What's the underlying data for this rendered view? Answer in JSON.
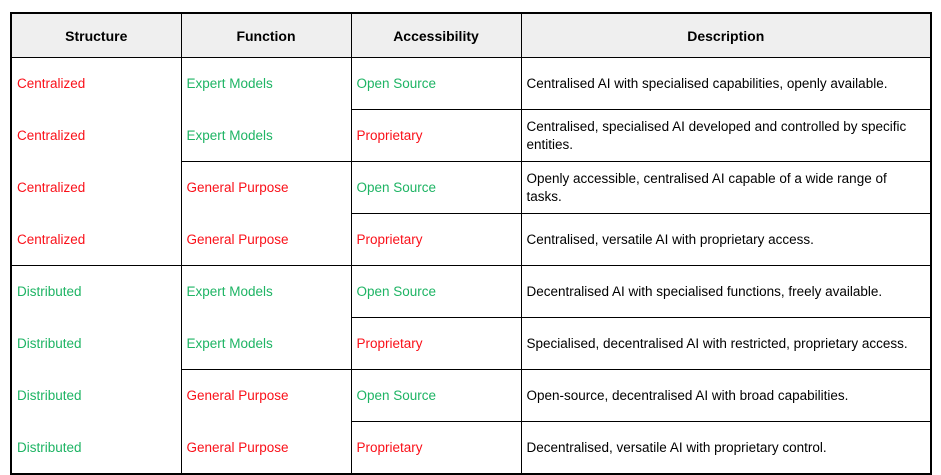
{
  "table": {
    "headers": [
      "Structure",
      "Function",
      "Accessibility",
      "Description"
    ],
    "rows": [
      {
        "structure": "Centralized",
        "function": "Expert Models",
        "accessibility": "Open Source",
        "description": "Centralised AI with specialised capabilities, openly available."
      },
      {
        "structure": "Centralized",
        "function": "Expert Models",
        "accessibility": "Proprietary",
        "description": "Centralised, specialised AI developed and controlled by specific entities."
      },
      {
        "structure": "Centralized",
        "function": "General Purpose",
        "accessibility": "Open Source",
        "description": "Openly accessible, centralised AI capable of a wide range of tasks."
      },
      {
        "structure": "Centralized",
        "function": "General Purpose",
        "accessibility": "Proprietary",
        "description": "Centralised, versatile AI with proprietary access."
      },
      {
        "structure": "Distributed",
        "function": "Expert Models",
        "accessibility": "Open Source",
        "description": "Decentralised AI with specialised functions, freely available."
      },
      {
        "structure": "Distributed",
        "function": "Expert Models",
        "accessibility": "Proprietary",
        "description": "Specialised, decentralised AI with restricted, proprietary access."
      },
      {
        "structure": "Distributed",
        "function": "General Purpose",
        "accessibility": "Open Source",
        "description": "Open-source, decentralised AI with broad capabilities."
      },
      {
        "structure": "Distributed",
        "function": "General Purpose",
        "accessibility": "Proprietary",
        "description": "Decentralised, versatile AI with proprietary control."
      }
    ]
  },
  "colors": {
    "red": "#fa1019",
    "green": "#1eb464",
    "header_bg": "#efefef",
    "border": "#000000",
    "text": "#000000"
  },
  "value_colors": {
    "Centralized": "red",
    "Distributed": "green",
    "Expert Models": "green",
    "General Purpose": "red",
    "Open Source": "green",
    "Proprietary": "red"
  }
}
